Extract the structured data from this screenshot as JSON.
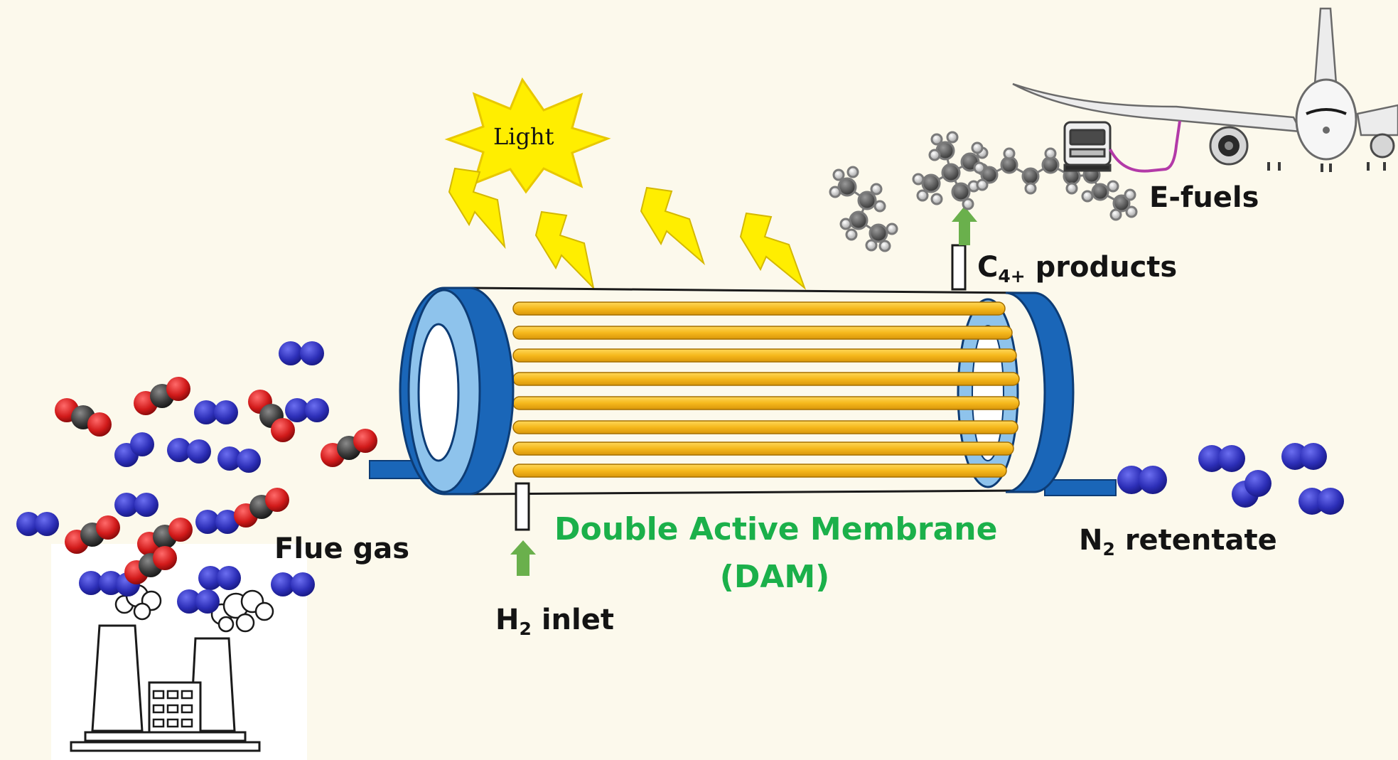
{
  "labels": {
    "light": "Light",
    "flue_gas": "Flue gas",
    "h2_main": "H",
    "h2_sub": "2",
    "h2_rest": "inlet",
    "c4_main": "C",
    "c4_sub": "4+",
    "c4_rest": "products",
    "e_fuels": "E-fuels",
    "n2_main": "N",
    "n2_sub": "2",
    "n2_rest": "retentate",
    "membrane_line1": "Double Active Membrane",
    "membrane_line2": "(DAM)"
  },
  "colors": {
    "background": "#fcf9ec",
    "module_blue": "#1a66b8",
    "rim_light_blue": "#8ec3ec",
    "fiber_yellow": "#f6b81c",
    "label_green": "#1bb04a",
    "arrow_green": "#6ab04c",
    "nitrogen": "#2d2fb8",
    "oxygen": "#d11a1a",
    "carbon": "#3a3a3a",
    "hose_magenta": "#b33aa8",
    "light_burst": "#ffee00"
  },
  "icons": [
    "light-burst-icon",
    "lightning-bolt-icon",
    "n2-molecule-icon",
    "co2-molecule-icon",
    "hydrocarbon-molecule-icon",
    "factory-icon",
    "fuel-truck-icon",
    "airplane-icon",
    "green-arrow-up-icon"
  ]
}
